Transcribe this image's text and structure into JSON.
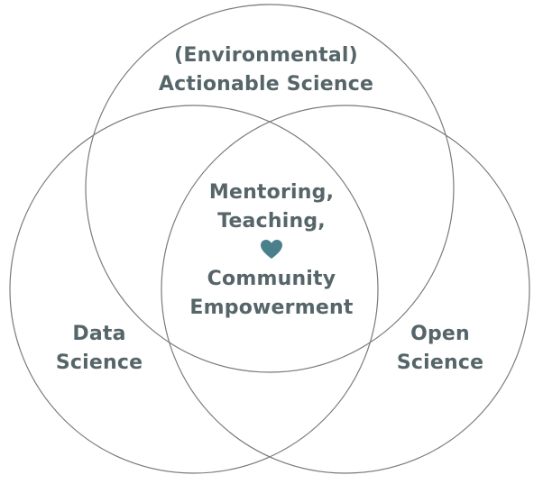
{
  "diagram": {
    "top_circle": {
      "label_lines": [
        "(Environmental)",
        "Actionable Science"
      ]
    },
    "left_circle": {
      "label_lines": [
        "Data",
        "Science"
      ]
    },
    "right_circle": {
      "label_lines": [
        "Open",
        "Science"
      ]
    },
    "center": {
      "label_lines_before_heart": [
        "Mentoring,",
        "Teaching,"
      ],
      "heart_icon": "heart-icon",
      "label_lines_after_heart": [
        "Community",
        "Empowerment"
      ]
    },
    "colors": {
      "text": "#566569",
      "heart": "#4a7f8c",
      "circle_stroke": "#7a7a7a"
    }
  }
}
